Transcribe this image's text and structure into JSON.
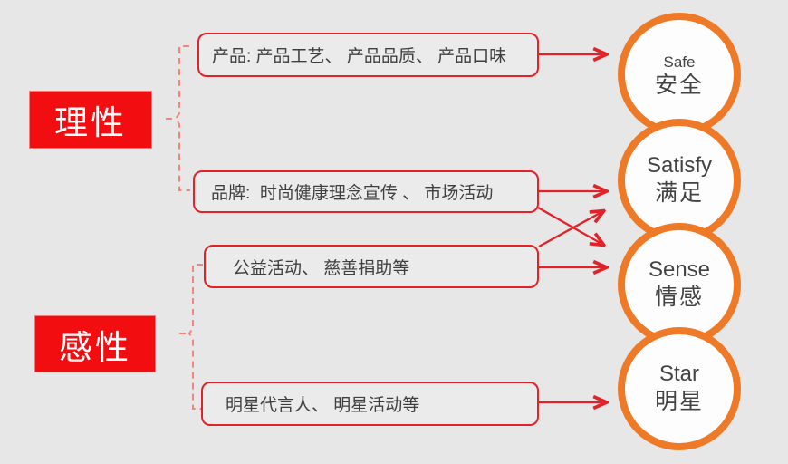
{
  "diagram": {
    "title_semantic": "brand-perception-mapping",
    "categories": [
      {
        "label": "理性"
      },
      {
        "label": "感性"
      }
    ],
    "factors": [
      {
        "text": "产品: 产品工艺、 产品品质、 产品口味"
      },
      {
        "text": "品牌:  时尚健康理念宣传 、 市场活动"
      },
      {
        "text": "公益活动、 慈善捐助等"
      },
      {
        "text": "明星代言人、 明星活动等"
      }
    ],
    "outcomes": [
      {
        "en": "Safe",
        "zh": "安全"
      },
      {
        "en": "Satisfy",
        "zh": "满足"
      },
      {
        "en": "Sense",
        "zh": "情感"
      },
      {
        "en": "Star",
        "zh": "明星"
      }
    ],
    "connections": [
      {
        "from": "产品",
        "to": "Safe 安全"
      },
      {
        "from": "品牌",
        "to": "Satisfy 满足"
      },
      {
        "from": "品牌",
        "to": "Sense 情感"
      },
      {
        "from": "公益活动",
        "to": "Satisfy 满足"
      },
      {
        "from": "公益活动",
        "to": "Sense 情感"
      },
      {
        "from": "明星代言人",
        "to": "Star 明星"
      }
    ],
    "category_links": [
      {
        "category": "理性",
        "factors": [
          "产品",
          "品牌"
        ]
      },
      {
        "category": "感性",
        "factors": [
          "公益活动",
          "明星代言人"
        ]
      }
    ],
    "colors": {
      "background": "#e7e7e7",
      "category_fill": "#f10d10",
      "line_red": "#e32228",
      "dashed_red": "#f0867c",
      "outcome_ring": "#ee7a28",
      "outcome_fill": "#fdfdfd",
      "text_dark": "#3f3f3f"
    }
  }
}
